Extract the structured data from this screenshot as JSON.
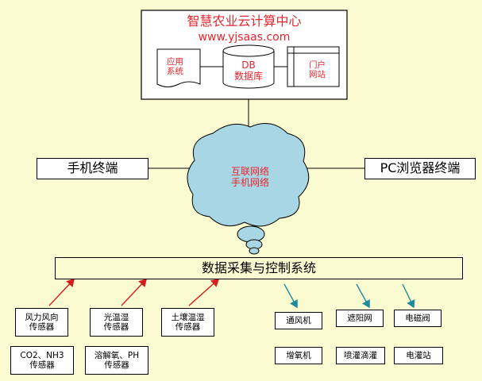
{
  "colors": {
    "background": "#fbfbd2",
    "cloud_fill": "#a9d6e4",
    "red_text": "#e8262e",
    "blue_text": "#1518d6",
    "red_arrow": "#d41c1c",
    "teal_arrow": "#1c8c9c"
  },
  "cloud_center": {
    "title": "智慧农业云计算中心",
    "url": "www.yjsaas.com",
    "app_system": "应用\n系统",
    "db": "DB\n数据库",
    "portal": "门户\n网站"
  },
  "network": {
    "cloud_label": "互联网络\n手机网络",
    "mobile_terminal": "手机终端",
    "pc_terminal": "PC浏览器终端"
  },
  "acquisition_system": "数据采集与控制系统",
  "sensors": [
    "风力风向\n传感器",
    "光温湿\n传感器",
    "土壤温湿\n传感器",
    "CO2、NH3\n传感器",
    "溶解氧、PH\n传感器"
  ],
  "controls": [
    "通风机",
    "遮阳网",
    "电磁阀",
    "增氧机",
    "喷灌滴灌",
    "电灌站"
  ]
}
